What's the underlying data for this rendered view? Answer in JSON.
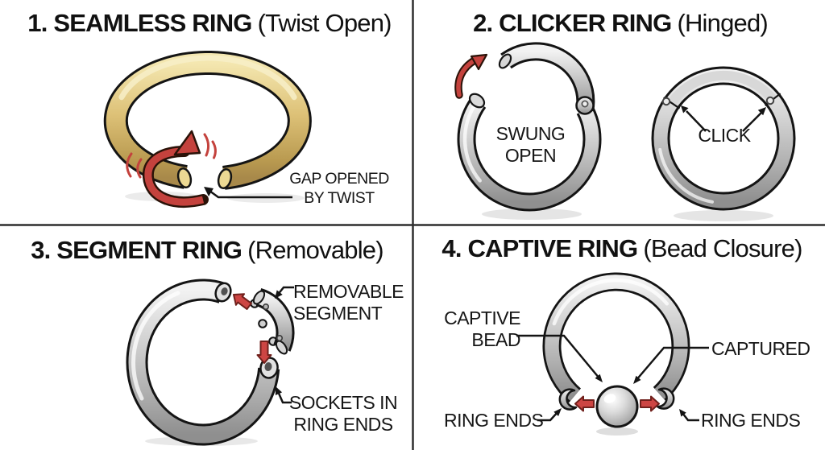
{
  "colors": {
    "background": "#ffffff",
    "ink": "#161616",
    "divider": "#2e2e2e",
    "gold": "#d9bd72",
    "steel": "#c9c9c9",
    "arrow_red": "#c4423d"
  },
  "panels": [
    {
      "heading": "1. SEAMLESS RING",
      "qualifier": "(Twist Open)",
      "labels": {
        "gap": "GAP OPENED\nBY TWIST"
      }
    },
    {
      "heading": "2. CLICKER RING",
      "qualifier": "(Hinged)",
      "labels": {
        "swung": "SWUNG\nOPEN",
        "click": "CLICK"
      }
    },
    {
      "heading": "3. SEGMENT RING",
      "qualifier": "(Removable)",
      "labels": {
        "removable": "REMOVABLE\nSEGMENT",
        "sockets": "SOCKETS IN\nRING ENDS"
      }
    },
    {
      "heading": "4. CAPTIVE RING",
      "qualifier": "(Bead Closure)",
      "labels": {
        "captive": "CAPTIVE\nBEAD",
        "captured": "CAPTURED",
        "ring_ends_left": "RING ENDS",
        "ring_ends_right": "RING ENDS"
      }
    }
  ]
}
